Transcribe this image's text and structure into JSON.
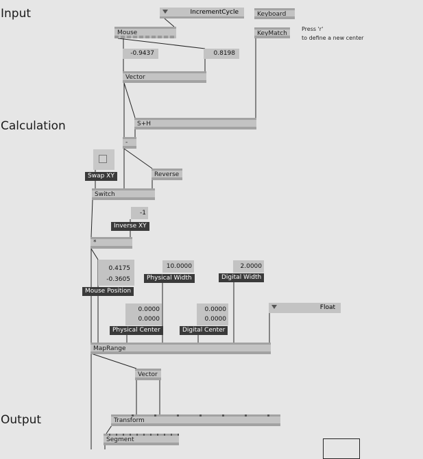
{
  "sections": {
    "input": "Input",
    "calculation": "Calculation",
    "output": "Output"
  },
  "nodes": {
    "increment_cycle": "IncrementCycle",
    "keyboard": "Keyboard",
    "keymatch": "KeyMatch",
    "mouse": "Mouse",
    "vector1": "Vector",
    "sh": "S+H",
    "minus": "-",
    "reverse": "Reverse",
    "switch": "Switch",
    "multiply": "*",
    "maprange": "MapRange",
    "vector2": "Vector",
    "transform": "Transform",
    "segment": "Segment",
    "float": "Float"
  },
  "note": {
    "line1": "Press 'r'",
    "line2": "to define a new center"
  },
  "values": {
    "mouse_x": "-0.9437",
    "mouse_y": "0.8198",
    "inverse": "-1",
    "mouse_pos_x": "0.4175",
    "mouse_pos_y": "-0.3605",
    "physical_width": "10.0000",
    "digital_width": "2.0000",
    "physical_center_x": "0.0000",
    "physical_center_y": "0.0000",
    "digital_center_x": "0.0000",
    "digital_center_y": "0.0000"
  },
  "labels": {
    "swap_xy": "Swap XY",
    "inverse_xy": "Inverse XY",
    "mouse_position": "Mouse Position",
    "physical_width": "Physical Width",
    "digital_width": "Digital Width",
    "physical_center": "Physical Center",
    "digital_center": "Digital Center"
  }
}
